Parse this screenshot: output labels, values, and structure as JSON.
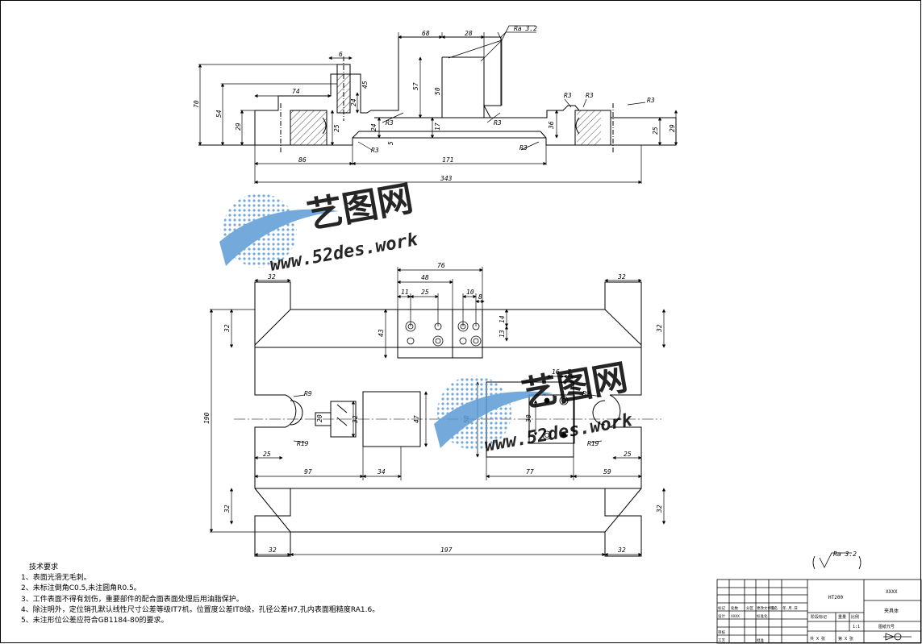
{
  "watermark": {
    "cn": "艺图网",
    "url": "www.52des.work"
  },
  "top_view": {
    "dims": {
      "d68": "68",
      "d28": "28",
      "d6": "6",
      "d74": "74",
      "d57": "57",
      "d50": "50",
      "d70": "70",
      "d54": "54",
      "d29": "29",
      "d25": "25",
      "d24a": "24",
      "d24b": "24",
      "d17": "17",
      "d5": "5",
      "d36": "36",
      "d25r": "25",
      "d29r": "29",
      "d86": "86",
      "d171": "171",
      "d343": "343",
      "d45": "45"
    },
    "radius": "R3",
    "roughness": "Ra 3.2"
  },
  "bottom_view": {
    "dims": {
      "d76": "76",
      "d48": "48",
      "d11": "11",
      "d25": "25",
      "d10": "10",
      "d8": "8",
      "d14": "14",
      "d13": "13",
      "d43": "43",
      "d32tl": "32",
      "d32tr": "32",
      "d32l": "32",
      "d32r": "32",
      "d190": "190",
      "r9l": "R9",
      "r9r": "R9",
      "r19l": "R19",
      "r19r": "R19",
      "d16": "16",
      "d7": "7",
      "d20": "20",
      "d32m": "32",
      "d47": "47",
      "d58": "58",
      "d30": "30",
      "d25bl": "25",
      "d25br": "25",
      "d97": "97",
      "d34": "34",
      "d77": "77",
      "d59": "59",
      "d32bl": "32",
      "d32br": "32",
      "d32bbl": "32",
      "d197": "197",
      "d32bbr": "32"
    }
  },
  "roughness_note": "Ra 3.2",
  "notes": {
    "title": "技术要求",
    "items": [
      "1、表面光滑无毛刺。",
      "2、未标注倒角C0.5,未注圆角R0.5。",
      "3、工件表面不得有划伤，重要部件的配合面表面处理后用油脂保护。",
      "4、除注明外，定位销孔默认线性尺寸公差等级IT7机，位置度公差IT8级，孔径公差H7,孔内表面粗糙度RA1.6。",
      "5、未注形位公差应符合GB1184-80的要求。"
    ]
  },
  "title_block": {
    "material": "HT200",
    "code": "XXXX",
    "part_name": "夹具体",
    "scale_label": "比例",
    "scale": "1:1",
    "stage_mark": "阶段标记",
    "weight": "重量",
    "mark": "标记",
    "count": "处数",
    "partition": "分区",
    "change_doc": "更改文件号",
    "sign": "签名",
    "date": "年.月.日",
    "design": "设计",
    "designer": "XXXX",
    "standardize": "标准化",
    "review": "审核",
    "craft": "工艺",
    "approve": "批准",
    "sheet_total": "共 X 张",
    "sheet_no": "第 X 张",
    "drawing_code": "图纸代号"
  }
}
